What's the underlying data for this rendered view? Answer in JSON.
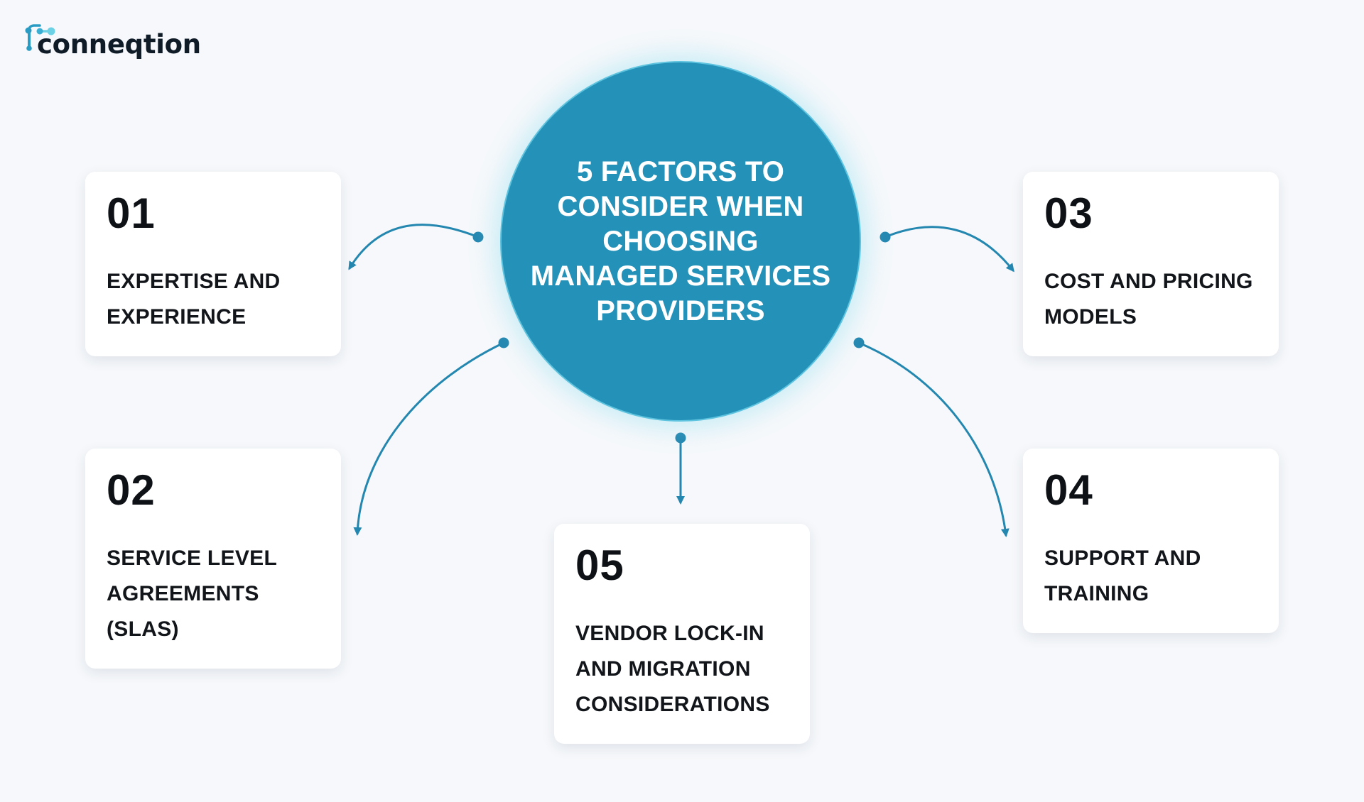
{
  "brand": {
    "name": "conneqtion",
    "primary_color": "#2491b8",
    "accent_color": "#5ec3de",
    "connector_color": "#2487b0"
  },
  "center": {
    "title": "5 FACTORS TO CONSIDER WHEN CHOOSING MANAGED SERVICES PROVIDERS"
  },
  "factors": [
    {
      "number": "01",
      "label": "EXPERTISE AND EXPERIENCE"
    },
    {
      "number": "02",
      "label": "SERVICE LEVEL AGREEMENTS (SLAS)"
    },
    {
      "number": "03",
      "label": "COST AND PRICING MODELS"
    },
    {
      "number": "04",
      "label": "SUPPORT AND TRAINING"
    },
    {
      "number": "05",
      "label": "VENDOR LOCK-IN AND MIGRATION CONSIDERATIONS"
    }
  ]
}
